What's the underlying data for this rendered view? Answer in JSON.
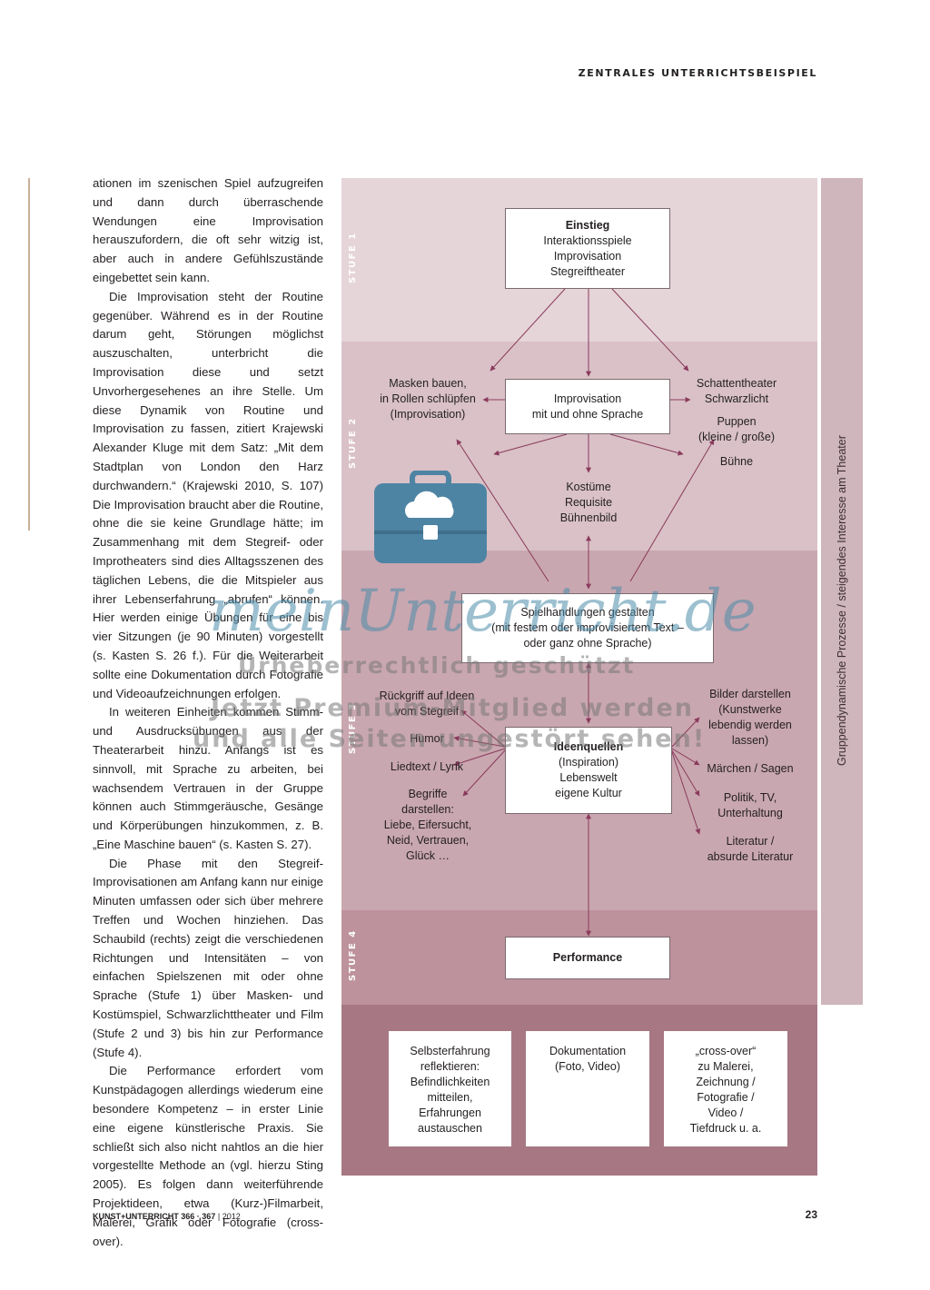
{
  "header": "ZENTRALES UNTERRICHTSBEISPIEL",
  "paragraphs": [
    "ationen im szenischen Spiel aufzugreifen und dann durch überraschende Wendungen eine Improvisation herauszufordern, die oft sehr witzig ist, aber auch in andere Gefühlszustände eingebettet sein kann.",
    "Die Improvisation steht der Routine gegenüber. Während es in der Routine darum geht, Störungen möglichst auszuschalten, unterbricht die Improvisation diese und setzt Unvorhergesehenes an ihre Stelle. Um diese Dynamik von Routine und Improvisation zu fassen, zitiert Krajewski Alexander Kluge mit dem Satz: „Mit dem Stadtplan von London den Harz durchwandern.“ (Krajewski 2010, S. 107) Die Improvisation braucht aber die Routine, ohne die sie keine Grundlage hätte; im Zusammenhang mit dem Stegreif- oder Improtheaters sind dies Alltagsszenen des täglichen Lebens, die die Mitspieler aus ihrer Lebenserfahrung „abrufen“ können. Hier werden einige Übungen für eine bis vier Sitzungen (je 90 Minuten) vorgestellt (s. Kasten S. 26 f.). Für die Weiterarbeit sollte eine Dokumentation durch Fotografie und Videoaufzeichnungen erfolgen.",
    "In weiteren Einheiten kommen Stimm- und Ausdrucksübungen aus der Theaterarbeit hinzu. Anfangs ist es sinnvoll, mit Sprache zu arbeiten, bei wachsendem Vertrauen in der Gruppe können auch Stimmgeräusche, Gesänge und Körperübungen hinzukommen, z. B. „Eine Maschine bauen“ (s. Kasten S. 27).",
    "Die Phase mit den Stegreif-Improvisationen am Anfang kann nur einige Minuten umfassen oder sich über mehrere Treffen und Wochen hinziehen. Das Schaubild (rechts) zeigt die verschiedenen Richtungen und Intensitäten – von einfachen Spielszenen mit oder ohne Sprache (Stufe 1) über Masken- und Kostümspiel, Schwarzlichttheater und Film (Stufe 2 und 3) bis hin zur Performance (Stufe 4).",
    "Die Performance erfordert vom Kunstpädagogen allerdings wiederum eine besondere Kompetenz – in erster Linie eine eigene künstlerische Praxis. Sie schließt sich also nicht nahtlos an die hier vorgestellte Methode an (vgl. hierzu Sting 2005). Es folgen dann weiterführende Projektideen, etwa (Kurz-)Filmarbeit, Malerei, Grafik oder Fotografie (cross-over)."
  ],
  "diagram": {
    "stufen": [
      "STUFE 1",
      "STUFE 2",
      "STUFE 3",
      "STUFE 4"
    ],
    "side_label": "Gruppendynamische Prozesse / steigendes Interesse am Theater",
    "einstieg": {
      "title": "Einstieg",
      "lines": [
        "Interaktionsspiele",
        "Improvisation",
        "Stegreiftheater"
      ]
    },
    "improvisation": [
      "Improvisation",
      "mit und ohne Sprache"
    ],
    "masken": [
      "Masken bauen,",
      "in Rollen schlüpfen",
      "(Improvisation)"
    ],
    "schatten": [
      "Schattentheater",
      "Schwarzlicht"
    ],
    "puppen": [
      "Puppen",
      "(kleine / große)"
    ],
    "buehne": "Bühne",
    "kostueme": [
      "Kostüme",
      "Requisite",
      "Bühnenbild"
    ],
    "spielhandlungen": [
      "Spielhandlungen gestalten",
      "(mit festem oder improvisiertem Text –",
      "oder ganz ohne Sprache)"
    ],
    "rueckgriff": [
      "Rückgriff auf Ideen",
      "vom Stegreif"
    ],
    "humor": "Humor",
    "liedtext": "Liedtext / Lyrik",
    "begriffe": [
      "Begriffe",
      "darstellen:",
      "Liebe, Eifersucht,",
      "Neid, Vertrauen,",
      "Glück …"
    ],
    "ideenquellen": {
      "title": "Ideenquellen",
      "lines": [
        "(Inspiration)",
        "Lebenswelt",
        "eigene Kultur"
      ]
    },
    "bilder": [
      "Bilder darstellen",
      "(Kunstwerke",
      "lebendig werden",
      "lassen)"
    ],
    "maerchen": "Märchen / Sagen",
    "politik": [
      "Politik, TV,",
      "Unterhaltung"
    ],
    "literatur": [
      "Literatur /",
      "absurde Literatur"
    ],
    "performance": "Performance",
    "bottom": [
      [
        "Selbsterfahrung",
        "reflektieren:",
        "Befindlichkeiten",
        "mitteilen,",
        "Erfahrungen",
        "austauschen"
      ],
      [
        "Dokumentation",
        "(Foto, Video)"
      ],
      [
        "„cross-over“",
        "zu Malerei,",
        "Zeichnung /",
        "Fotografie /",
        "Video /",
        "Tiefdruck u. a."
      ]
    ]
  },
  "watermark": {
    "logo": "meinUnterricht.de",
    "line1": "Urheberrechtlich geschützt",
    "line2": "Jetzt Premium-Mitglied werden",
    "line3": "und alle Seiten ungestört sehen!"
  },
  "footer": {
    "brand": "KUNST+UNTERRICHT",
    "issue": "366 · 367",
    "year": "2012",
    "page": "23"
  },
  "colors": {
    "band1": "#e5d4d8",
    "band2": "#d9c1c7",
    "band3": "#c9a7b0",
    "band4": "#bd929d",
    "band5": "#a77884",
    "arrow": "#8a3a5c",
    "briefcase": "#4e84a3"
  }
}
